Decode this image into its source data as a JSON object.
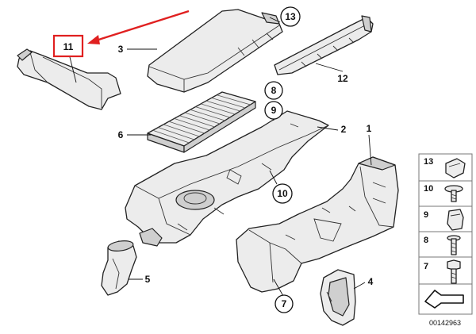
{
  "callouts": {
    "c1": "1",
    "c2": "2",
    "c3": "3",
    "c4": "4",
    "c5": "5",
    "c6": "6",
    "c7": "7",
    "c8": "8",
    "c9": "9",
    "c10": "10",
    "c11": "11",
    "c12": "12",
    "c13": "13"
  },
  "legend": {
    "items": [
      "13",
      "10",
      "9",
      "8",
      "7"
    ]
  },
  "catalog_number": "00142963",
  "colors": {
    "highlight": "#e02020",
    "line": "#222222",
    "fill": "#ececec"
  }
}
